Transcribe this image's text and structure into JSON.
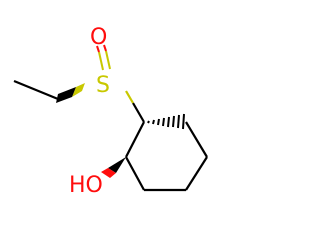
{
  "molecule": {
    "atoms": {
      "oxygen_sulfinyl": "O",
      "sulfur": "S",
      "hydroxyl": "HO"
    },
    "colors": {
      "oxygen": "#ff0d0d",
      "sulfur": "#c8c800",
      "bond": "#000000",
      "background": "#ffffff"
    }
  }
}
